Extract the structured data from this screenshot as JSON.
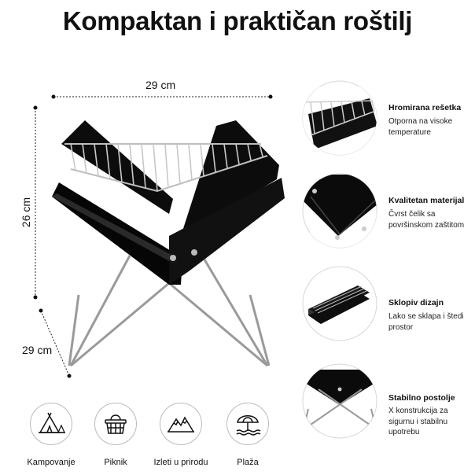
{
  "title": "Kompaktan i praktičan roštilj",
  "dimensions": {
    "width": "29 cm",
    "height": "26 cm",
    "depth": "29 cm"
  },
  "features": [
    {
      "title": "Hromirana rešetka",
      "desc": "Otporna na visoke temperature"
    },
    {
      "title": "Kvalitetan materijal",
      "desc": "Čvrst čelik sa površinskom zaštitom"
    },
    {
      "title": "Sklopiv dizajn",
      "desc": "Lako se sklapa i štedi prostor"
    },
    {
      "title": "Stabilno postolje",
      "desc": "X konstrukcija za sigurnu i stabilnu upotrebu"
    }
  ],
  "uses": [
    {
      "label": "Kampovanje",
      "icon": "camping-tent-icon"
    },
    {
      "label": "Piknik",
      "icon": "picnic-basket-icon"
    },
    {
      "label": "Izleti u prirodu",
      "icon": "mountains-icon"
    },
    {
      "label": "Plaža",
      "icon": "beach-umbrella-icon"
    }
  ]
}
